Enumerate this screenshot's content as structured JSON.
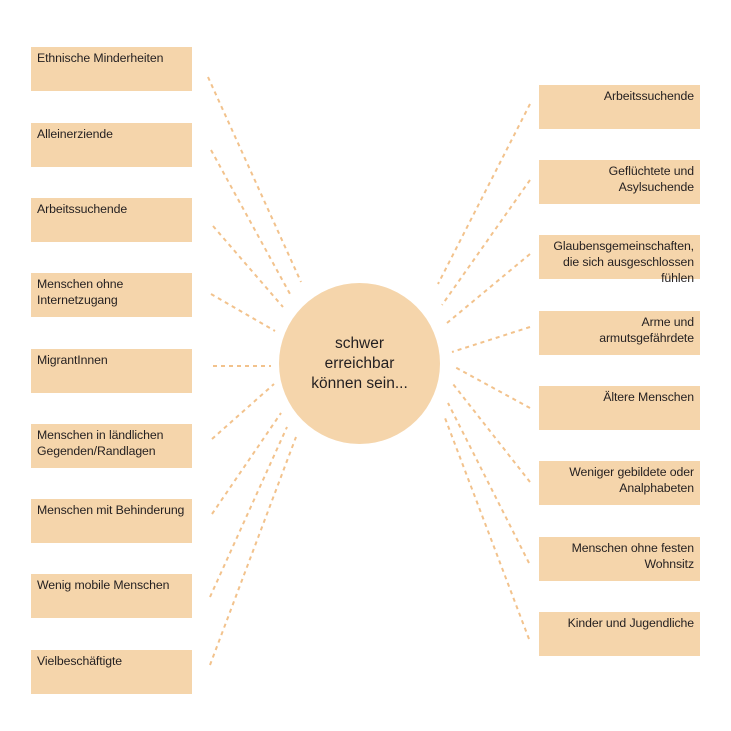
{
  "colors": {
    "box_fill": "#f5d5ab",
    "circle_fill": "#f5d5ab",
    "ray_stroke": "#f2c28c",
    "text": "#231f20"
  },
  "center": {
    "lines": [
      "schwer",
      "erreichbar",
      "können sein..."
    ]
  },
  "left_items": [
    {
      "lines": [
        "Ethnische Minderheiten"
      ]
    },
    {
      "lines": [
        "Alleinerziende"
      ]
    },
    {
      "lines": [
        "Arbeitssuchende"
      ]
    },
    {
      "lines": [
        "Menschen ohne",
        "Internetzugang"
      ]
    },
    {
      "lines": [
        "MigrantInnen"
      ]
    },
    {
      "lines": [
        "Menschen in ländlichen",
        "Gegenden/Randlagen"
      ]
    },
    {
      "lines": [
        "Menschen mit Behinderung"
      ]
    },
    {
      "lines": [
        "Wenig mobile Menschen"
      ]
    },
    {
      "lines": [
        "Vielbeschäftigte"
      ]
    }
  ],
  "right_items": [
    {
      "lines": [
        "Arbeitssuchende"
      ]
    },
    {
      "lines": [
        "Geflüchtete und",
        "Asylsuchende"
      ]
    },
    {
      "lines": [
        "Glaubensgemeinschaften,",
        "die sich ausgeschlossen",
        "fühlen"
      ]
    },
    {
      "lines": [
        "Arme und armutsgefährdete"
      ]
    },
    {
      "lines": [
        "Ältere Menschen"
      ]
    },
    {
      "lines": [
        "Weniger gebildete oder",
        "Analphabeten"
      ]
    },
    {
      "lines": [
        "Menschen ohne festen",
        "Wohnsitz"
      ]
    },
    {
      "lines": [
        "Kinder und Jugendliche"
      ]
    }
  ]
}
